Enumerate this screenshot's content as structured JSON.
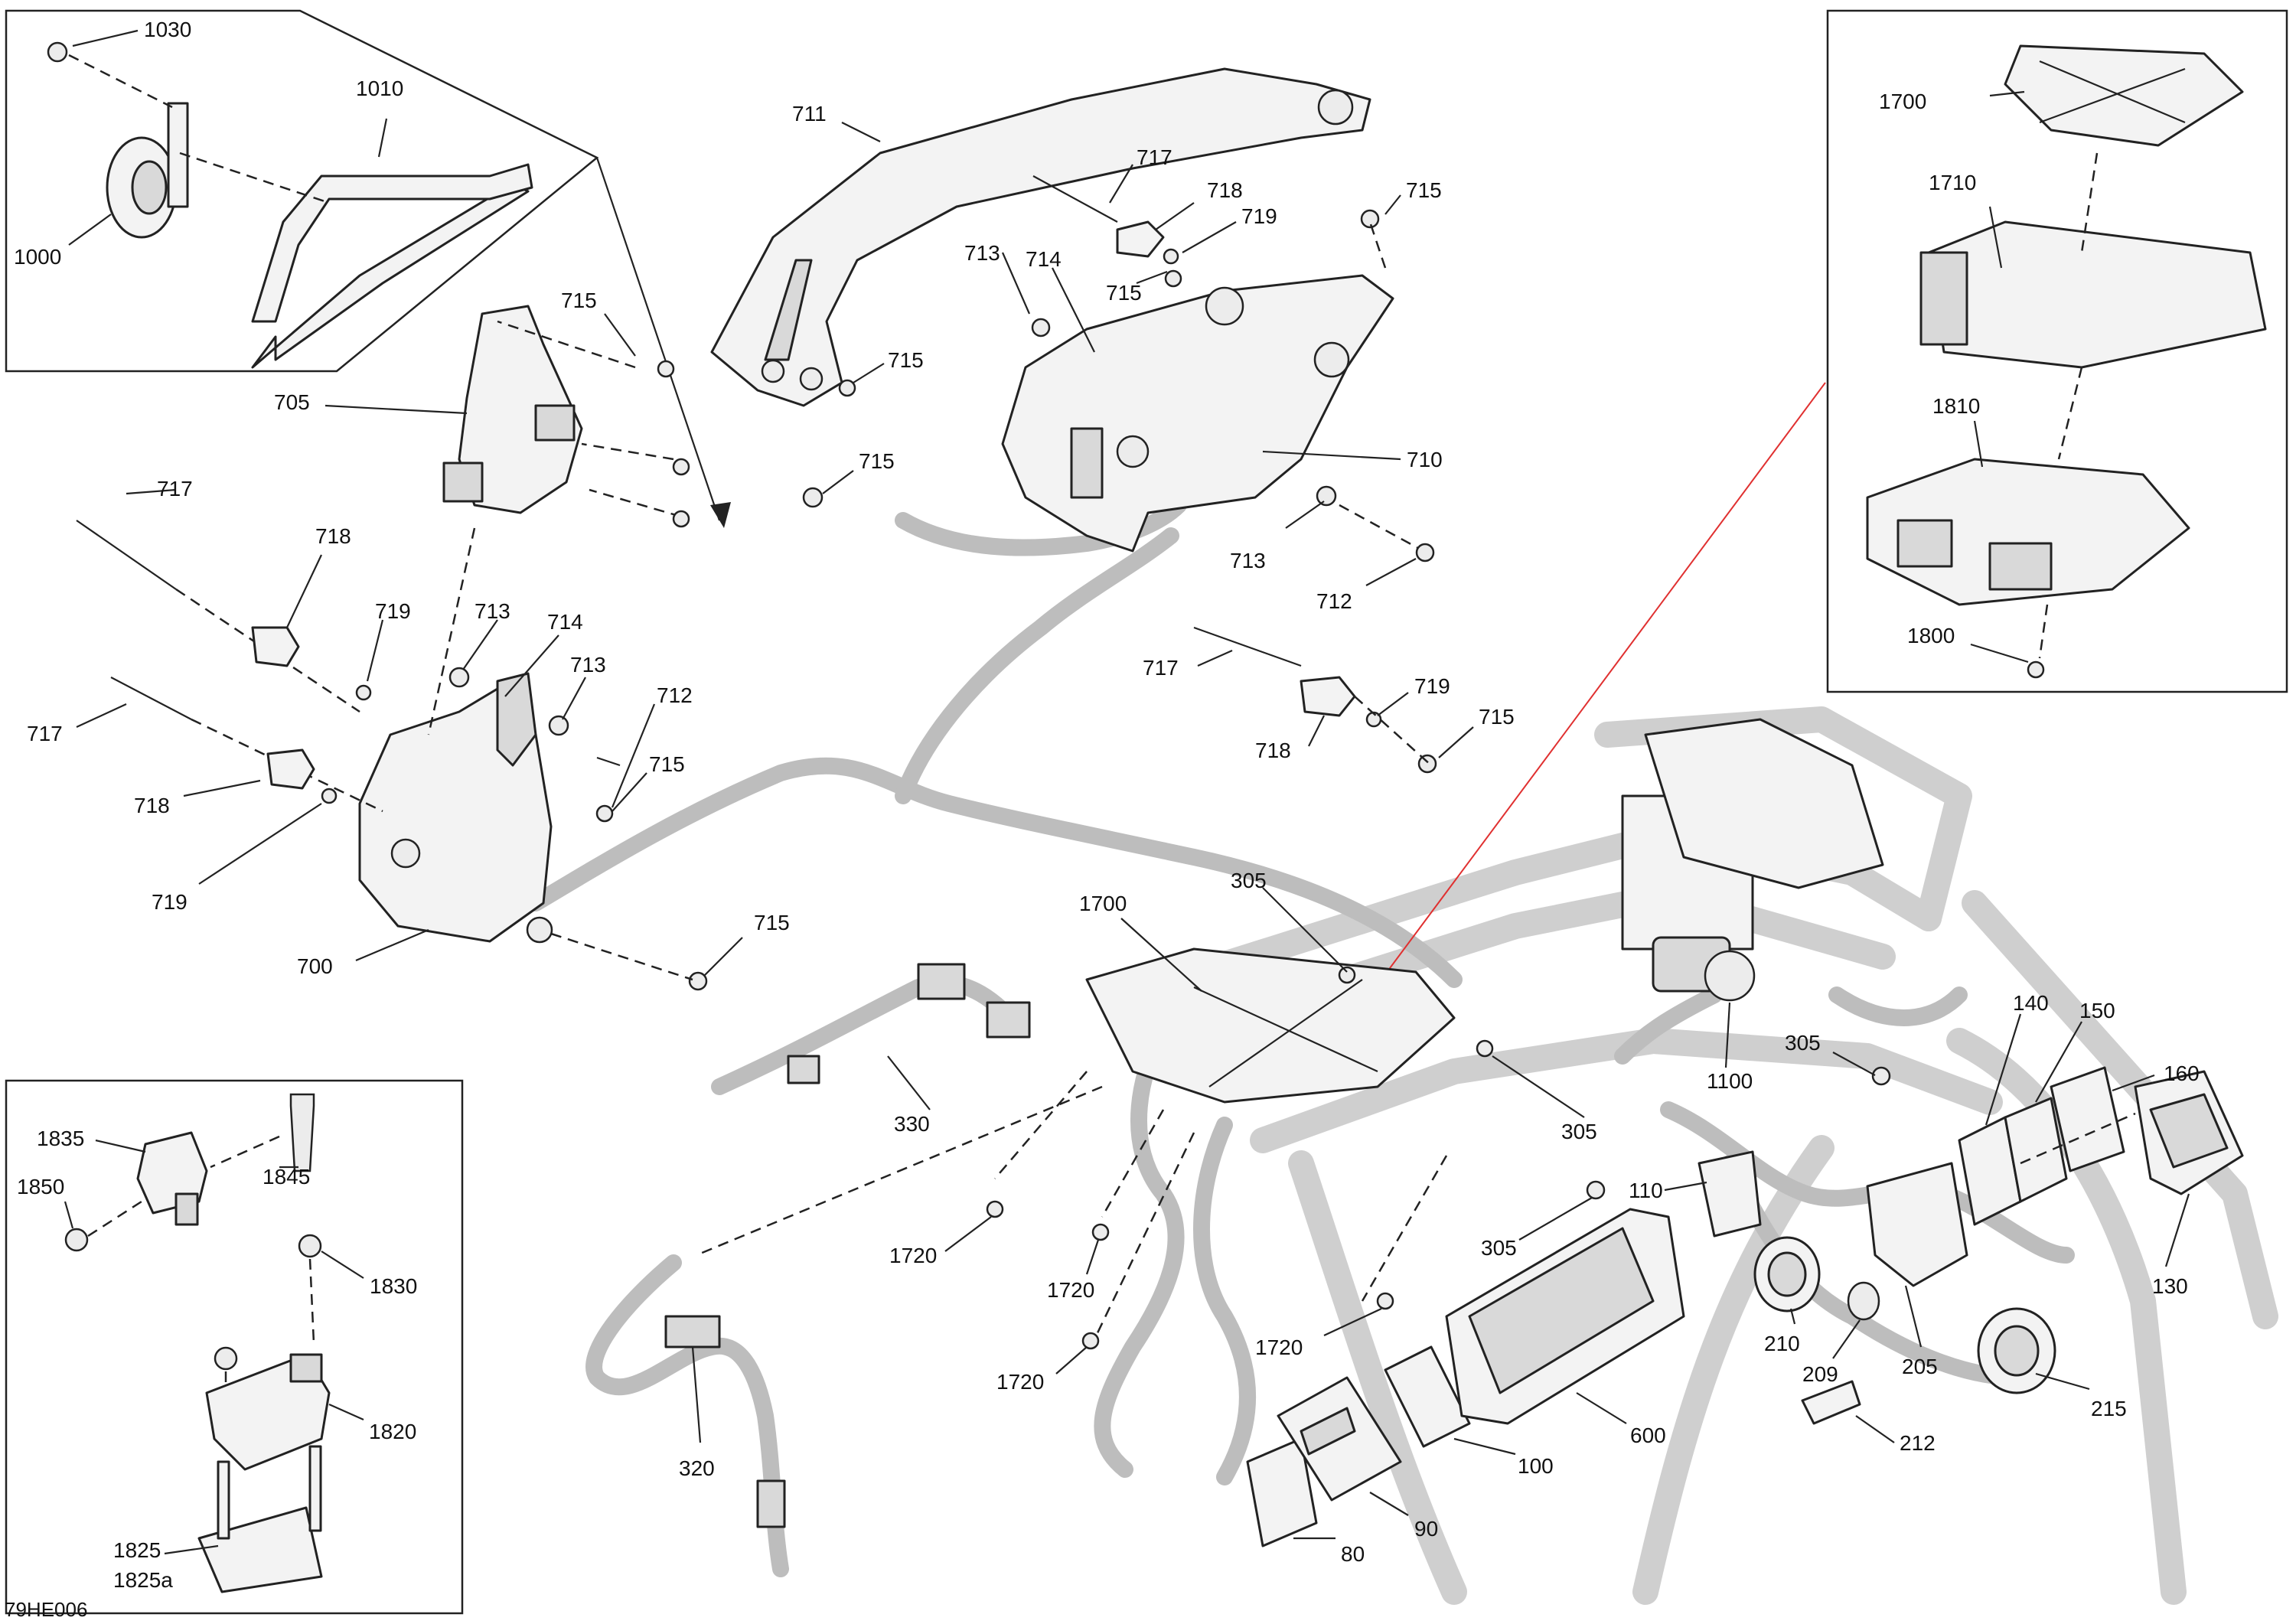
{
  "diagram_code": "79HE006",
  "callouts": {
    "c1030": "1030",
    "c1010": "1010",
    "c1000": "1000",
    "c711": "711",
    "c717a": "717",
    "c718a": "718",
    "c719a": "719",
    "c715a": "715",
    "c713a": "713",
    "c714a": "714",
    "c715b": "715",
    "c715c": "715",
    "c715d": "715",
    "c715e": "715",
    "c705": "705",
    "c710": "710",
    "c713b": "713",
    "c712a": "712",
    "c717b": "717",
    "c718b": "718",
    "c719b": "719",
    "c713c": "713",
    "c714b": "714",
    "c713d": "713",
    "c712b": "712",
    "c717c": "717",
    "c718c": "718",
    "c715f": "715",
    "c719c": "719",
    "c700": "700",
    "c715g": "715",
    "c717d": "717",
    "c719d": "719",
    "c715h": "715",
    "c718d": "718",
    "c1700a": "1700",
    "c1710": "1710",
    "c1810": "1810",
    "c1800": "1800",
    "c1700b": "1700",
    "c305a": "305",
    "c305b": "305",
    "c305c": "305",
    "c305d": "305",
    "c1100": "1100",
    "c330": "330",
    "c140": "140",
    "c150": "150",
    "c160": "160",
    "c110": "110",
    "c1720a": "1720",
    "c1720b": "1720",
    "c1720c": "1720",
    "c1720d": "1720",
    "c210": "210",
    "c209": "209",
    "c205": "205",
    "c130": "130",
    "c215": "215",
    "c212": "212",
    "c600": "600",
    "c100": "100",
    "c90": "90",
    "c80": "80",
    "c320": "320",
    "c1835": "1835",
    "c1845": "1845",
    "c1850": "1850",
    "c1830": "1830",
    "c1820": "1820",
    "c1825": "1825",
    "c1825a": "1825a"
  },
  "colors": {
    "line": "#222222",
    "harness": "#bdbdbd",
    "frame": "#cfcfcf",
    "pointer": "#e03030"
  }
}
